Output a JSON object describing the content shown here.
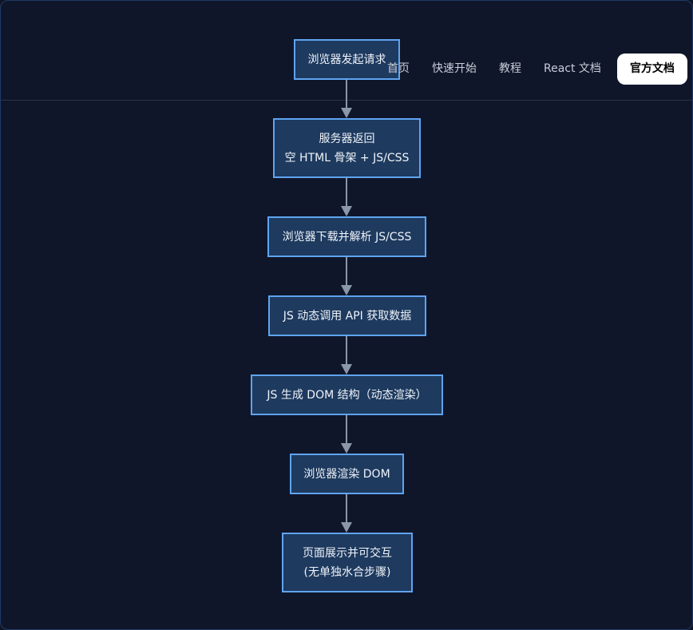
{
  "nav": {
    "items": [
      {
        "label": "首页"
      },
      {
        "label": "快速开始"
      },
      {
        "label": "教程"
      },
      {
        "label": "React 文档"
      },
      {
        "label": "官方文档",
        "active": true
      }
    ]
  },
  "diagram": {
    "type": "flowchart",
    "direction": "top-to-bottom",
    "nodes": [
      {
        "id": "n1",
        "lines": [
          "浏览器发起请求"
        ]
      },
      {
        "id": "n2",
        "lines": [
          "服务器返回",
          "空 HTML 骨架 + JS/CSS"
        ]
      },
      {
        "id": "n3",
        "lines": [
          "浏览器下载并解析 JS/CSS"
        ]
      },
      {
        "id": "n4",
        "lines": [
          "JS 动态调用 API 获取数据"
        ]
      },
      {
        "id": "n5",
        "lines": [
          "JS 生成 DOM 结构（动态渲染）"
        ]
      },
      {
        "id": "n6",
        "lines": [
          "浏览器渲染 DOM"
        ]
      },
      {
        "id": "n7",
        "lines": [
          "页面展示并可交互",
          "(无单独水合步骤)"
        ]
      }
    ],
    "edges": [
      [
        "n1",
        "n2"
      ],
      [
        "n2",
        "n3"
      ],
      [
        "n3",
        "n4"
      ],
      [
        "n4",
        "n5"
      ],
      [
        "n5",
        "n6"
      ],
      [
        "n6",
        "n7"
      ]
    ],
    "colors": {
      "node_fill": "#1e3a5f",
      "node_border": "#5fa4f0",
      "edge": "#8a97ab",
      "background": "#10162a"
    }
  }
}
